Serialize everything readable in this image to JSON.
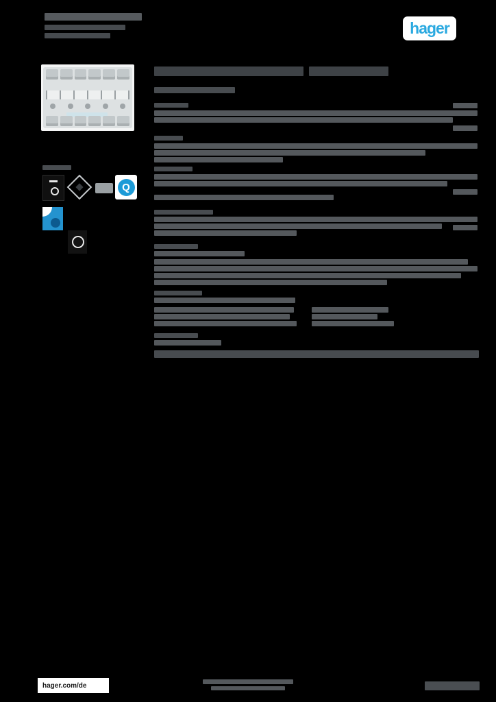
{
  "brand": {
    "logo_text": "hager",
    "logo_color": "#2aa9e0"
  },
  "certifications": {
    "quality_label_letter": "Q",
    "quality_label_color": "#1d9bd7",
    "blue_logo_color": "#2493cf"
  },
  "footer": {
    "website_label": "hager.com/de"
  }
}
